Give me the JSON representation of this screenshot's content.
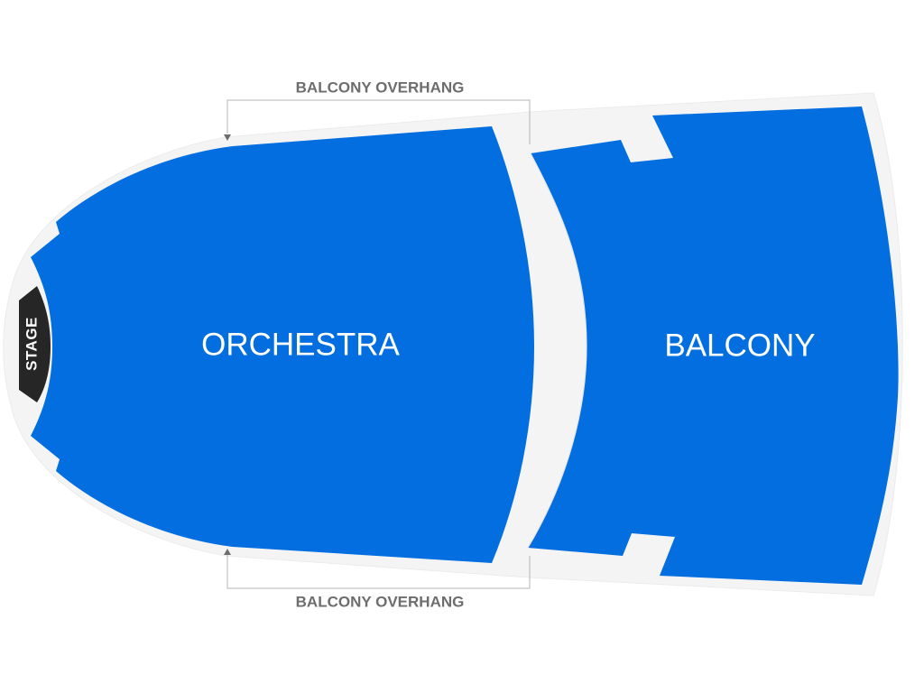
{
  "map": {
    "sections": {
      "orchestra": {
        "label": "ORCHESTRA",
        "color": "#026edf"
      },
      "balcony": {
        "label": "BALCONY",
        "color": "#026edf"
      }
    },
    "stage": {
      "label": "STAGE",
      "color": "#262626"
    },
    "annotations": {
      "top_overhang": "BALCONY OVERHANG",
      "bottom_overhang": "BALCONY OVERHANG"
    },
    "colors": {
      "background": "#ffffff",
      "venue_outline": "#f4f4f4",
      "annotation_text": "#6d6d6d",
      "bracket_line": "#b5b5b5"
    }
  }
}
